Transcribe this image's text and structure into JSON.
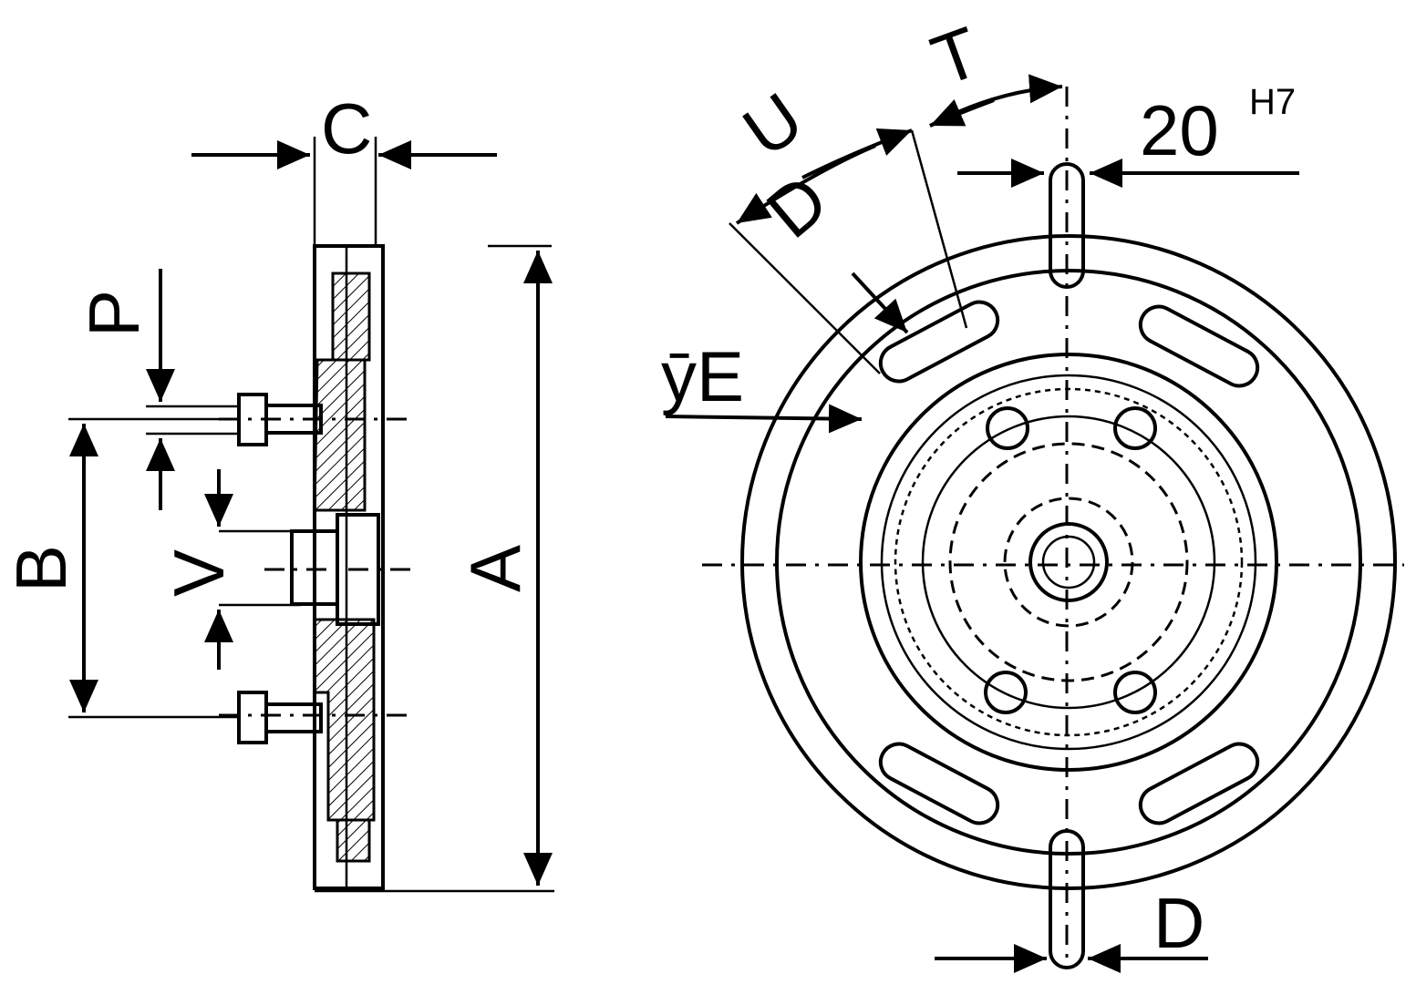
{
  "title": "Technical drawing of a faceplate with clamping dogs: side section and front view",
  "labels": {
    "C": "C",
    "P": "P",
    "B": "B",
    "V": "V",
    "A": "A",
    "U": "U",
    "T": "T",
    "bore": "20",
    "bore_tolerance": "H7",
    "D_upper": "D",
    "E": "ȳE",
    "D_lower": "D"
  }
}
